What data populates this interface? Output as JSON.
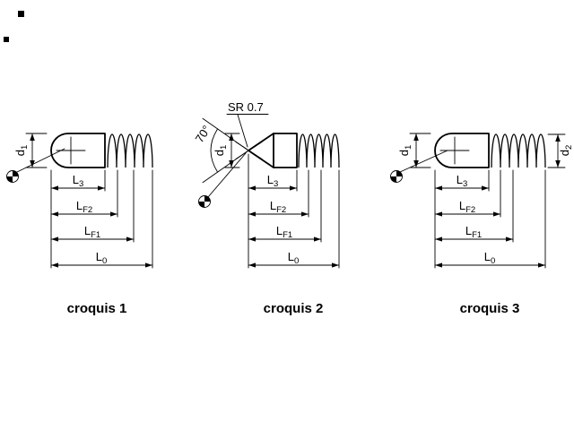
{
  "drawing": {
    "background": "#ffffff",
    "line_color": "#000000",
    "sketches": [
      {
        "caption": "croquis 1"
      },
      {
        "caption": "croquis 2"
      },
      {
        "caption": "croquis 3"
      }
    ],
    "labels": {
      "d1": {
        "base": "d",
        "sub": "1"
      },
      "d2": {
        "base": "d",
        "sub": "2"
      },
      "l3": {
        "base": "L",
        "sub": "3"
      },
      "lf2": {
        "base": "L",
        "sub": "F2"
      },
      "lf1": {
        "base": "L",
        "sub": "F1"
      },
      "l0": {
        "base": "L",
        "sub": "0"
      },
      "sphere_radius": "SR 0.7",
      "cone_angle": "70°"
    }
  }
}
